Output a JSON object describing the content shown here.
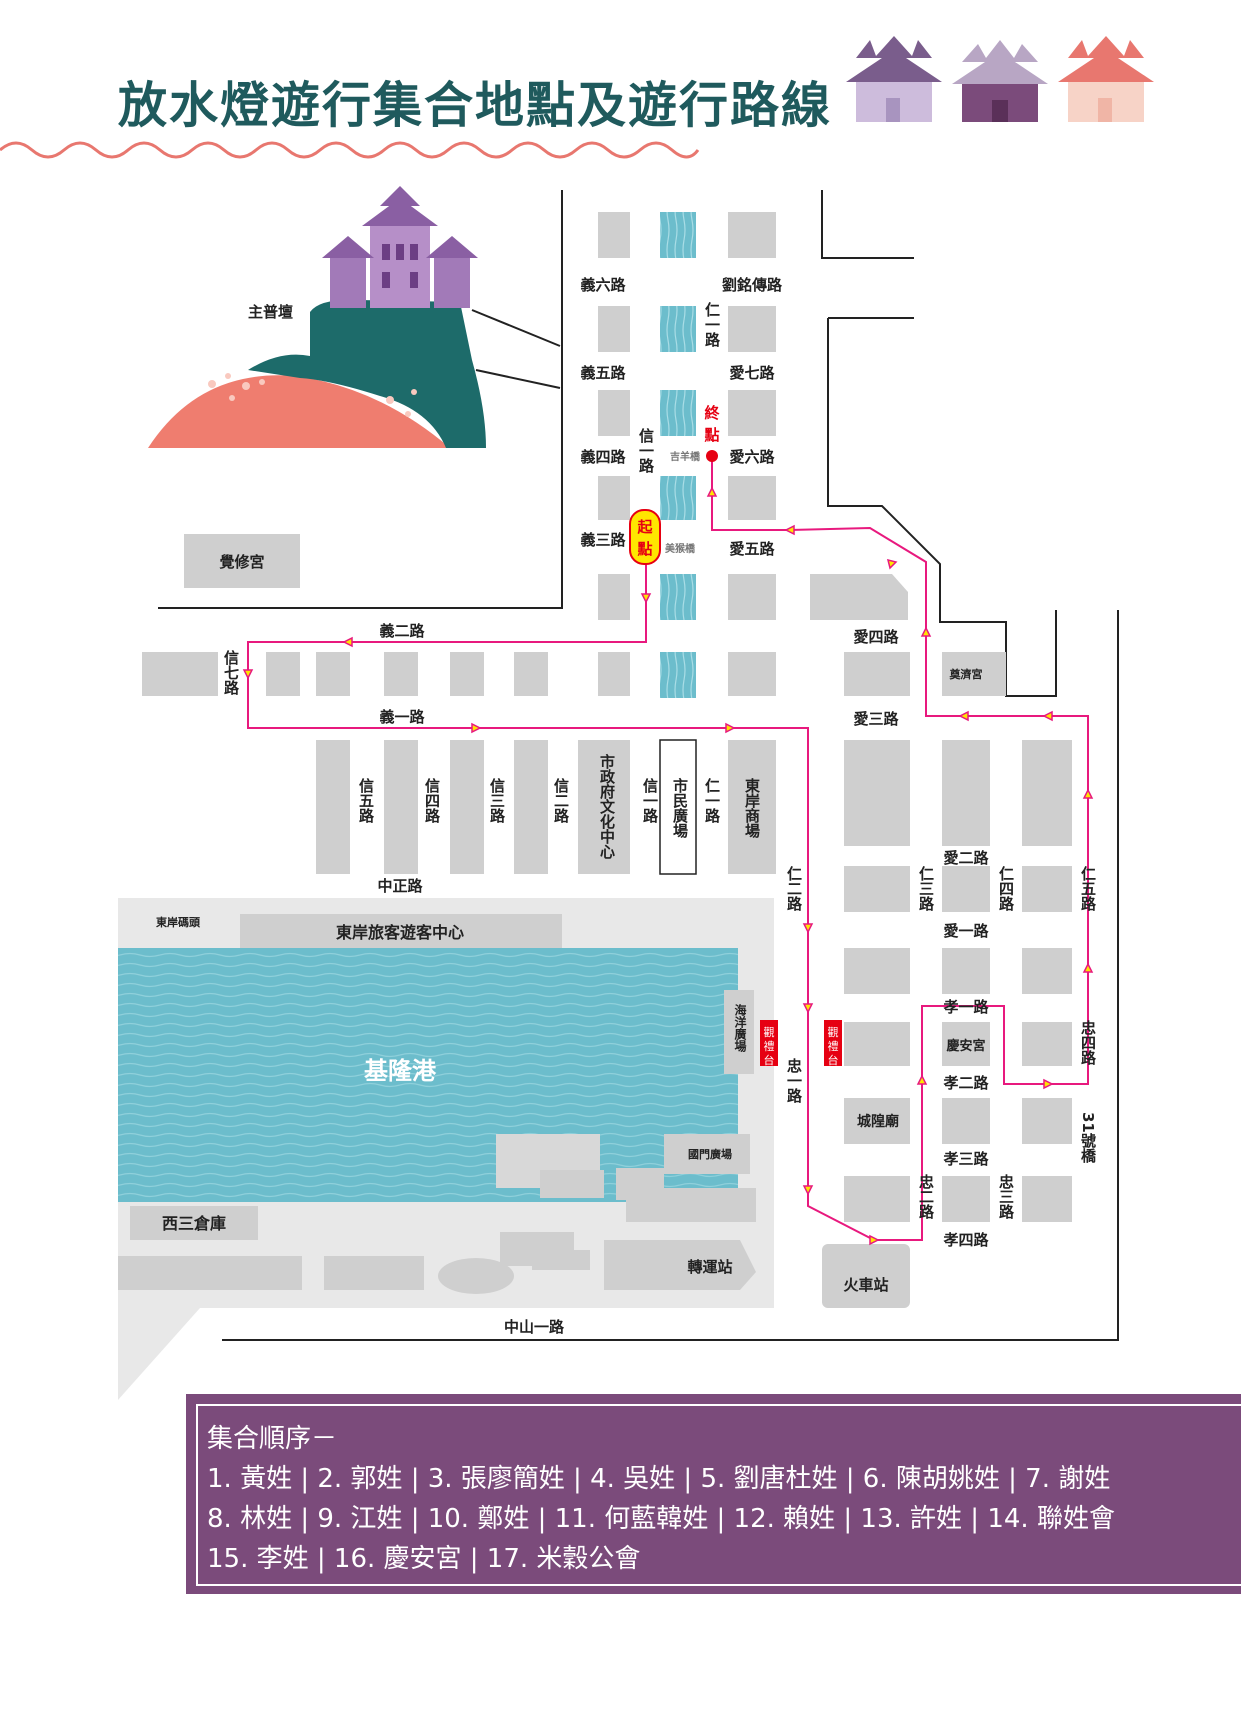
{
  "title": "放水燈遊行集合地點及遊行路線",
  "colors": {
    "route": "#e8197e",
    "water": "#6cbdcc",
    "block": "#cfcfcf",
    "legend_bg": "#7b4b7b",
    "title": "#1f5a5d",
    "start_marker": "#ffe600",
    "end_marker": "#e60012"
  },
  "markers": {
    "start": "起點",
    "end": "終點"
  },
  "bridges": {
    "jiyang": "吉羊橋",
    "meihou": "美猴橋",
    "bridge31": "31號橋"
  },
  "places": {
    "zhupu_altar": "主普壇",
    "juexiu_temple": "覺修宮",
    "dianji_temple": "奠濟宮",
    "harbor": "基隆港",
    "east_wharf": "東岸碼頭",
    "east_terminal": "東岸旅客遊客中心",
    "west_warehouse": "西三倉庫",
    "ocean_plaza": "海洋廣場",
    "gate_plaza": "國門廣場",
    "transit_station": "轉運站",
    "train_station": "火車站",
    "city_god_temple": "城隍廟",
    "qingan_temple": "慶安宮",
    "cultural_center": "市政府文化中心",
    "civic_plaza": "市民廣場",
    "east_mall": "東岸商場",
    "viewing_stand": "觀禮台"
  },
  "roads": {
    "yi6": "義六路",
    "yi5": "義五路",
    "yi4": "義四路",
    "yi3": "義三路",
    "yi2": "義二路",
    "yi1": "義一路",
    "liu_mingchuan": "劉銘傳路",
    "ai7": "愛七路",
    "ai6": "愛六路",
    "ai5": "愛五路",
    "ai4": "愛四路",
    "ai3": "愛三路",
    "ai2": "愛二路",
    "ai1": "愛一路",
    "ren1": "仁一路",
    "ren2": "仁二路",
    "ren3": "仁三路",
    "ren4": "仁四路",
    "ren5": "仁五路",
    "xin1": "信一路",
    "xin2": "信二路",
    "xin3": "信三路",
    "xin4": "信四路",
    "xin5": "信五路",
    "xin7": "信七路",
    "zhongzheng": "中正路",
    "zhongshan1": "中山一路",
    "zhong1": "忠一路",
    "zhong2": "忠二路",
    "zhong3": "忠三路",
    "zhong4": "忠四路",
    "xiao1": "孝一路",
    "xiao2": "孝二路",
    "xiao3": "孝三路",
    "xiao4": "孝四路"
  },
  "legend": {
    "heading": "集合順序－",
    "line1": "1. 黃姓 | 2. 郭姓 | 3. 張廖簡姓 | 4. 吳姓 | 5. 劉唐杜姓 | 6. 陳胡姚姓 | 7. 謝姓",
    "line2": "8. 林姓 | 9. 江姓 | 10. 鄭姓 | 11. 何藍韓姓 | 12. 賴姓 | 13. 許姓 | 14. 聯姓會",
    "line3": "15. 李姓 | 16. 慶安宮 | 17. 米穀公會"
  }
}
